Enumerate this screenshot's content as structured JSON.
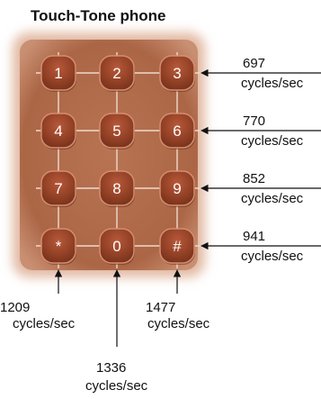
{
  "title": "Touch-Tone phone",
  "keys": [
    [
      "1",
      "2",
      "3"
    ],
    [
      "4",
      "5",
      "6"
    ],
    [
      "7",
      "8",
      "9"
    ],
    [
      "*",
      "0",
      "#"
    ]
  ],
  "row_frequencies": [
    {
      "value": "697",
      "unit": "cycles/sec"
    },
    {
      "value": "770",
      "unit": "cycles/sec"
    },
    {
      "value": "852",
      "unit": "cycles/sec"
    },
    {
      "value": "941",
      "unit": "cycles/sec"
    }
  ],
  "column_frequencies": [
    {
      "value": "1209",
      "unit": "cycles/sec"
    },
    {
      "value": "1336",
      "unit": "cycles/sec"
    },
    {
      "value": "1477",
      "unit": "cycles/sec"
    }
  ],
  "colors": {
    "phone_body": "#b5714f",
    "phone_glow": "#e7c6b4",
    "key_fill": "#9a4a2c",
    "key_highlight": "#d99477",
    "grid_line": "#f1ddd2",
    "arrow": "#111111"
  }
}
